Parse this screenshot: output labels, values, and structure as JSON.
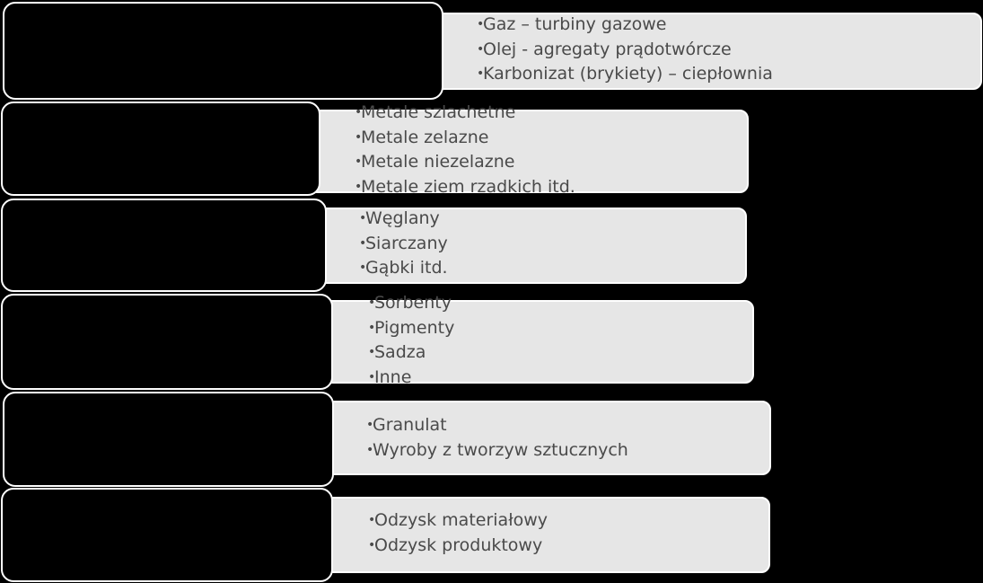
{
  "groups": [
    {
      "items": [
        "Gaz – turbiny gazowe",
        "Olej - agregaty prądotwórcze",
        "Karbonizat (brykiety) – ciepłownia"
      ]
    },
    {
      "items": [
        "Metale szlachetne",
        "Metale zelazne",
        "Metale niezelazne",
        "Metale ziem rzadkich itd."
      ]
    },
    {
      "items": [
        "Węglany",
        "Siarczany",
        "Gąbki itd."
      ]
    },
    {
      "items": [
        "Sorbenty",
        "Pigmenty",
        "Sadza",
        "Inne"
      ]
    },
    {
      "items": [
        "Granulat",
        "Wyroby z tworzyw sztucznych"
      ]
    },
    {
      "items": [
        "Odzysk materiałowy",
        "Odzysk produktowy"
      ]
    }
  ],
  "bullet_char": "•",
  "colors": {
    "background": "#000000",
    "detail_fill": "#e6e6e6",
    "border": "#ffffff",
    "text": "#4a4a4a"
  }
}
